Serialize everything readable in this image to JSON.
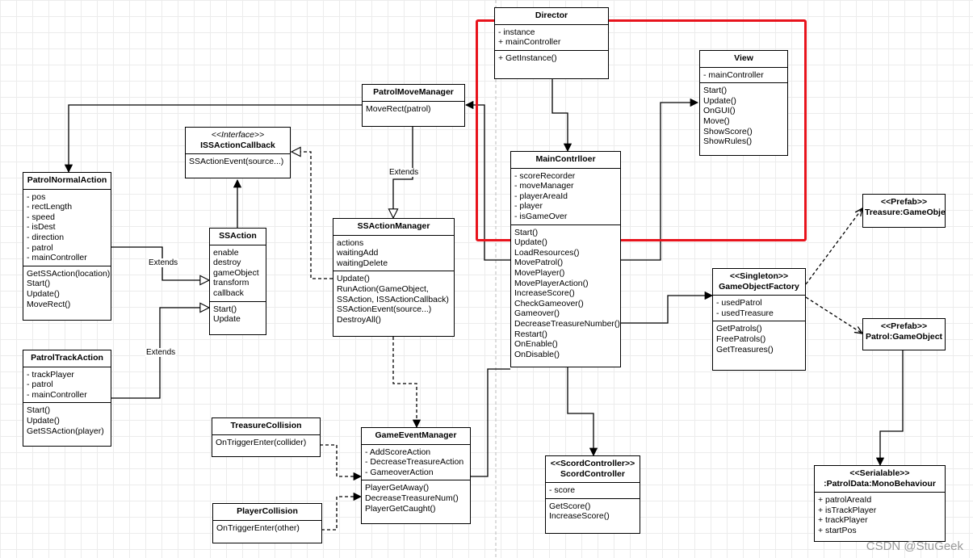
{
  "diagram": {
    "classes": {
      "director": {
        "name": "Director",
        "attributes": [
          "- instance",
          "+ mainController"
        ],
        "methods": [
          "+ GetInstance()"
        ]
      },
      "view": {
        "name": "View",
        "attributes": [
          "- mainController"
        ],
        "methods": [
          "Start()",
          "Update()",
          "OnGUI()",
          "Move()",
          "ShowScore()",
          "ShowRules()"
        ]
      },
      "patrol_move_manager": {
        "name": "PatrolMoveManager",
        "attributes": [],
        "methods": [
          "MoveRect(patrol)"
        ]
      },
      "iss_action_callback": {
        "stereotype": "<<Interface>>",
        "name": "ISSActionCallback",
        "attributes": [],
        "methods": [
          "SSActionEvent(source...)"
        ]
      },
      "patrol_normal_action": {
        "name": "PatrolNormalAction",
        "attributes": [
          "- pos",
          "- rectLength",
          "- speed",
          "- isDest",
          "- direction",
          "- patrol",
          "- mainController"
        ],
        "methods": [
          "GetSSAction(location)",
          "Start()",
          "Update()",
          "MoveRect()"
        ]
      },
      "ss_action": {
        "name": "SSAction",
        "attributes": [
          "enable",
          "destroy",
          "gameObject",
          "transform",
          "callback"
        ],
        "methods": [
          "Start()",
          "Update"
        ]
      },
      "ss_action_manager": {
        "name": "SSActionManager",
        "attributes": [
          "actions",
          "waitingAdd",
          "waitingDelete"
        ],
        "methods": [
          "Update()",
          "RunAction(GameObject,",
          "SSAction, ISSActionCallback)",
          "SSActionEvent(source...)",
          "DestroyAll()"
        ]
      },
      "main_controller": {
        "name": "MainContrlloer",
        "attributes": [
          "- scoreRecorder",
          "- moveManager",
          "- playerAreaId",
          "- player",
          "- isGameOver"
        ],
        "methods": [
          "Start()",
          "Update()",
          "LoadResources()",
          "MovePatrol()",
          "MovePlayer()",
          "MovePlayerAction()",
          "IncreaseScore()",
          "CheckGameover()",
          "Gameover()",
          "DecreaseTreasureNumber()",
          "Restart()",
          "OnEnable()",
          "OnDisable()"
        ]
      },
      "treasure_prefab": {
        "stereotype": "<<Prefab>>",
        "name": "Treasure:GameObject",
        "attributes": [],
        "methods": []
      },
      "game_object_factory": {
        "stereotype": "<<Singleton>>",
        "name": "GameObjectFactory",
        "attributes": [
          "- usedPatrol",
          "- usedTreasure"
        ],
        "methods": [
          "GetPatrols()",
          "FreePatrols()",
          "GetTreasures()"
        ]
      },
      "patrol_prefab": {
        "stereotype": "<<Prefab>>",
        "name": "Patrol:GameObject",
        "attributes": [],
        "methods": []
      },
      "patrol_track_action": {
        "name": "PatrolTrackAction",
        "attributes": [
          "- trackPlayer",
          "- patrol",
          "- mainController"
        ],
        "methods": [
          "Start()",
          "Update()",
          "GetSSAction(player)"
        ]
      },
      "treasure_collision": {
        "name": "TreasureCollision",
        "attributes": [],
        "methods": [
          "OnTriggerEnter(collider)"
        ]
      },
      "player_collision": {
        "name": "PlayerCollision",
        "attributes": [],
        "methods": [
          "OnTriggerEnter(other)"
        ]
      },
      "game_event_manager": {
        "name": "GameEventManager",
        "attributes": [
          "- AddScoreAction",
          "- DecreaseTreasureAction",
          "- GameoverAction"
        ],
        "methods": [
          "PlayerGetAway()",
          "DecreaseTreasureNum()",
          "PlayerGetCaught()"
        ]
      },
      "scord_controller": {
        "stereotype": "<<ScordController>>",
        "name": "ScordController",
        "attributes": [
          "- score"
        ],
        "methods": [
          "GetScore()",
          "IncreaseScore()"
        ]
      },
      "patrol_data": {
        "stereotype": "<<Serialable>>",
        "name": ":PatrolData:MonoBehaviour",
        "attributes": [
          "+ patrolAreaId",
          "+ isTrackPlayer",
          "+ trackPlayer",
          "+ startPos"
        ],
        "methods": []
      }
    },
    "edge_labels": {
      "extends_manager": "Extends",
      "extends_normal": "Extends",
      "extends_track": "Extends"
    },
    "highlight_color": "#e8131c",
    "watermark": "CSDN @StuGeek"
  }
}
